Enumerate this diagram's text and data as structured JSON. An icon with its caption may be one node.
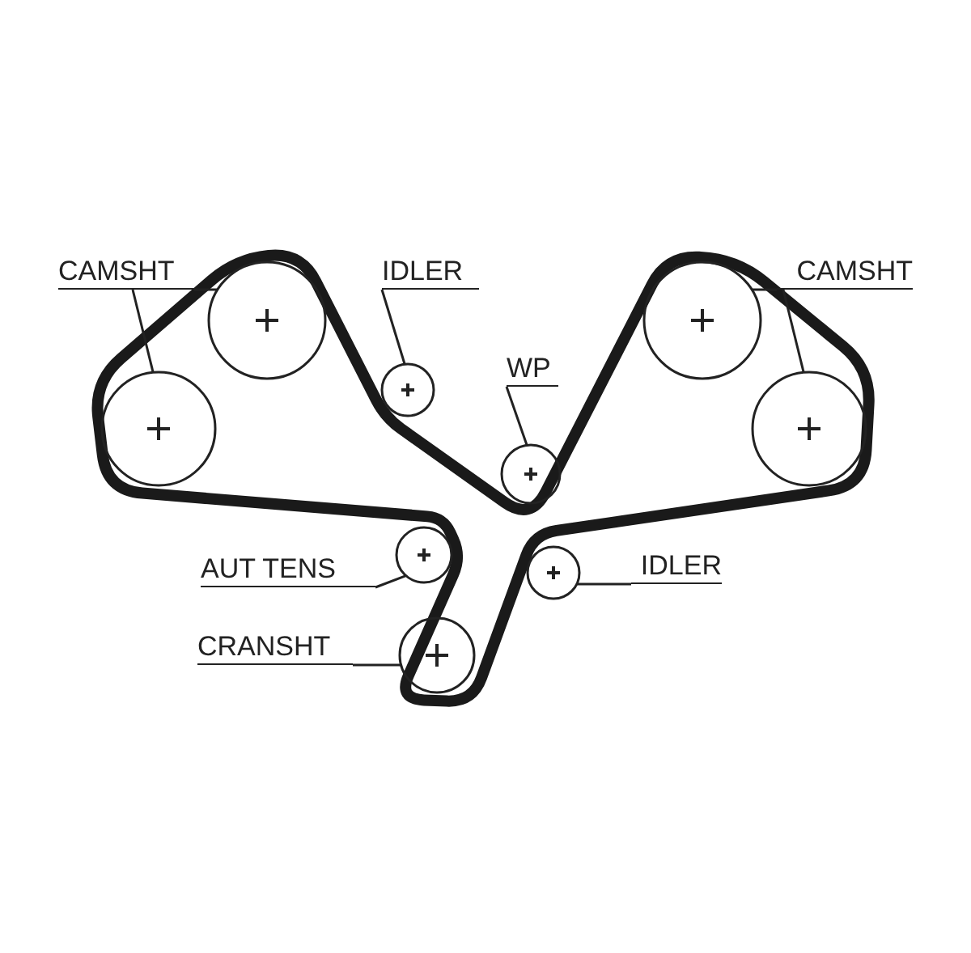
{
  "diagram": {
    "nodes": [
      {
        "text": [
          "CAMSHT"
        ]
      },
      {
        "text": [
          "IDLER"
        ]
      },
      {
        "text": [
          "WP"
        ]
      },
      {
        "text": [
          "CAMSHT"
        ]
      },
      {
        "text": [
          "AUT TENS"
        ]
      },
      {
        "text": [
          "IDLER"
        ]
      },
      {
        "text": [
          "CRANSHT"
        ]
      },
      {
        "text": [],
        "shape": "circle"
      },
      {
        "text": [],
        "shape": "circle"
      },
      {
        "text": [],
        "shape": "circle"
      },
      {
        "text": [],
        "shape": "circle"
      },
      {
        "text": [],
        "shape": "circle"
      },
      {
        "text": [],
        "shape": "circle"
      },
      {
        "text": [],
        "shape": "circle"
      },
      {
        "text": [],
        "shape": "circle"
      },
      {
        "text": [],
        "shape": "circle"
      }
    ],
    "edges": [
      {
        "from": 0,
        "to": 7,
        "arrow": "none"
      },
      {
        "from": 0,
        "to": 10,
        "arrow": "none"
      },
      {
        "from": 1,
        "to": 9,
        "arrow": "none"
      },
      {
        "from": 2,
        "to": 12,
        "arrow": "none"
      },
      {
        "from": 3,
        "to": 8,
        "arrow": "none"
      },
      {
        "from": 3,
        "to": 11,
        "arrow": "none"
      },
      {
        "from": 4,
        "to": 13,
        "arrow": "none"
      },
      {
        "from": 5,
        "to": 14,
        "arrow": "none"
      },
      {
        "from": 6,
        "to": 15,
        "arrow": "none"
      }
    ]
  }
}
